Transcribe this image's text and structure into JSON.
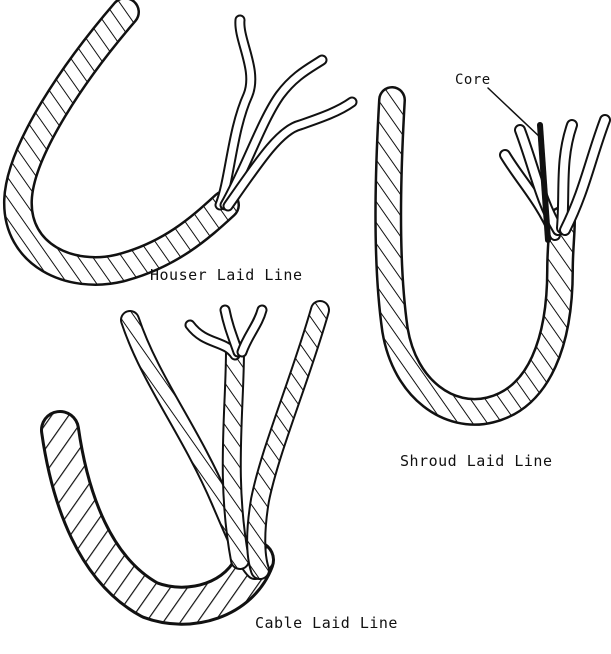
{
  "figure": {
    "labels": {
      "houser": "Houser Laid Line",
      "shroud": "Shroud Laid Line",
      "cable": "Cable Laid Line",
      "core": "Core"
    },
    "colors": {
      "ink": "#111111",
      "background": "#ffffff"
    }
  }
}
